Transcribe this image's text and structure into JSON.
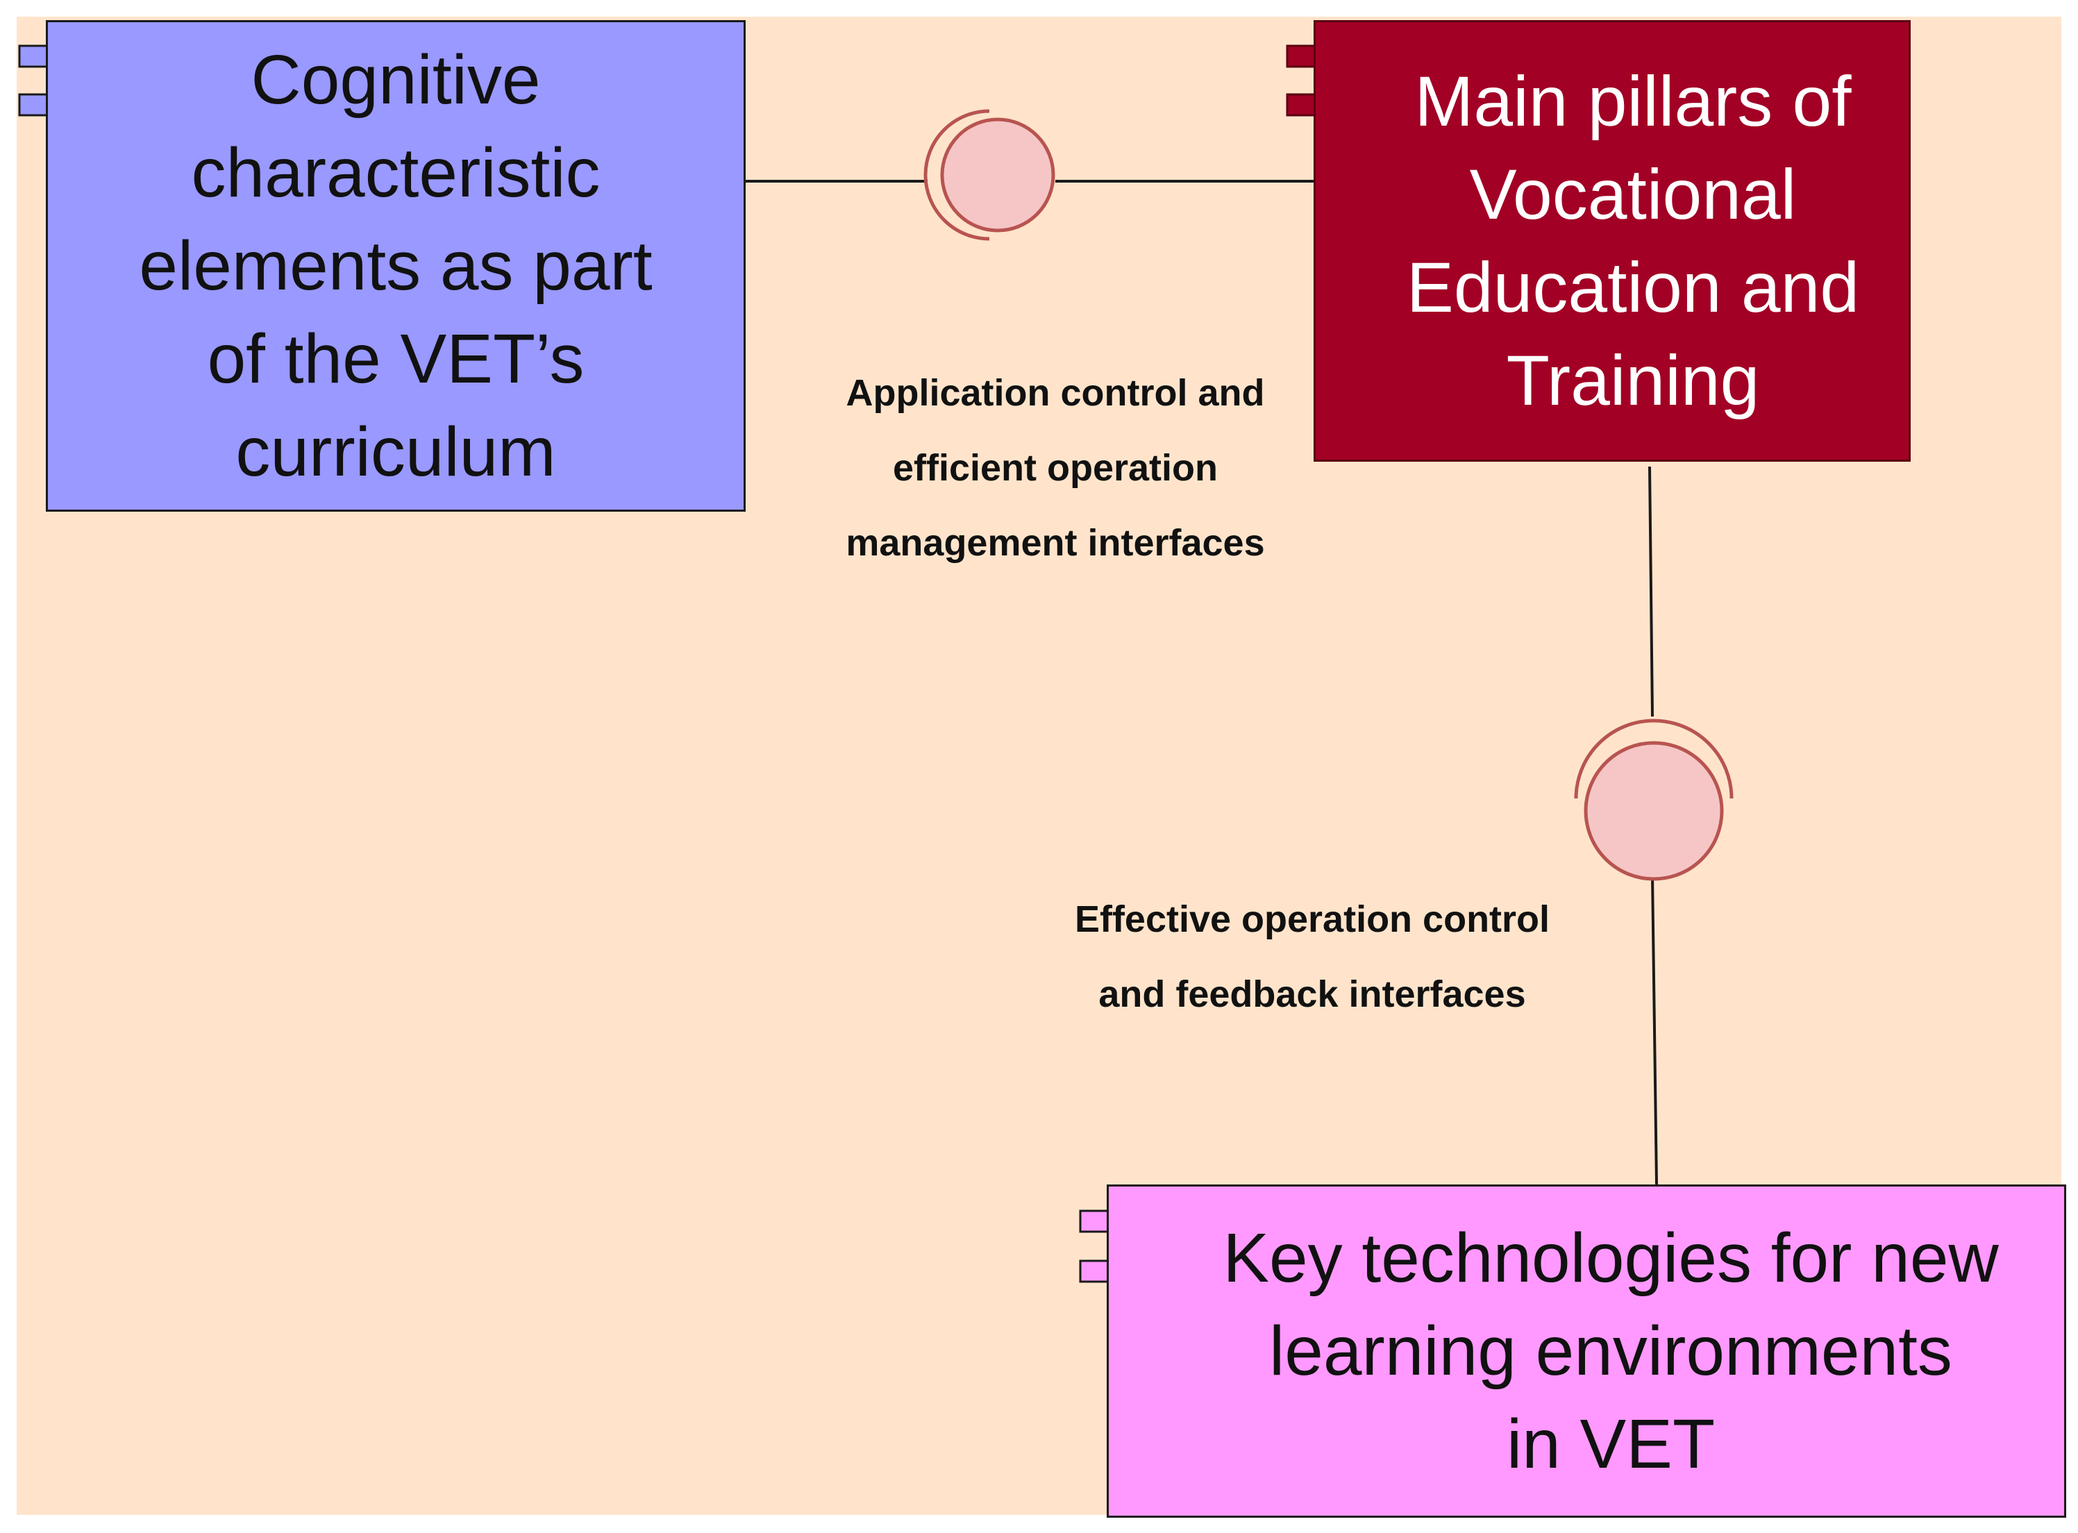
{
  "colors": {
    "background": "#ffe4cb",
    "cognitive_fill": "#9999ff",
    "pillars_fill": "#a20025",
    "key_fill": "#ff99ff",
    "interface_fill": "#f6c6c6",
    "interface_stroke": "#b85450",
    "connector": "#1a1a1a"
  },
  "components": {
    "cognitive": {
      "lines": [
        "Cognitive",
        "characteristic",
        "elements as part",
        "of the VET’s",
        "curriculum"
      ]
    },
    "pillars": {
      "lines": [
        "Main pillars of",
        "Vocational",
        "Education and",
        "Training"
      ]
    },
    "key": {
      "lines": [
        "Key technologies for new",
        "learning environments",
        "in VET"
      ]
    }
  },
  "interfaces": {
    "application": {
      "lines": [
        "Application control and",
        "efficient operation",
        "management interfaces"
      ]
    },
    "effective": {
      "lines": [
        "Effective operation control",
        "and feedback interfaces"
      ]
    }
  }
}
